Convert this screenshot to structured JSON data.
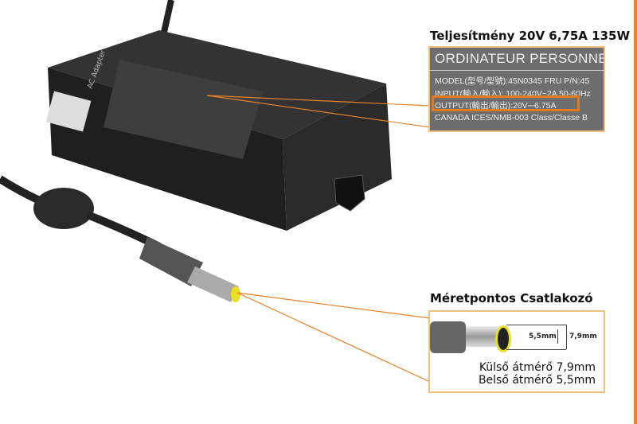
{
  "power_title": "Teljesítmény 20V 6,75A 135W",
  "label": {
    "heading": "ORDINATEUR PERSONNEL",
    "model": "MODEL(型号/型號):45N0345 FRU P/N:45",
    "input": "INPUT(輸入/輸入): 100-240V~2A 50-60Hz",
    "output": "OUTPUT(輸出/輸出):20V⎓6.75A",
    "canada": "CANADA ICES/NMB-003 Class/Classe B"
  },
  "connector_title": "Méretpontos Csatlakozó",
  "inner_dim": "5,5mm",
  "outer_dim": "7,9mm",
  "outer_desc": "Külső átmérő 7,9mm",
  "inner_desc": "Belső átmérő 5,5mm",
  "adapter_text": "AC Adapter",
  "colors": {
    "accent": "#e8832a",
    "adapter": "#2a2a2a",
    "tip": "#e8e020"
  }
}
